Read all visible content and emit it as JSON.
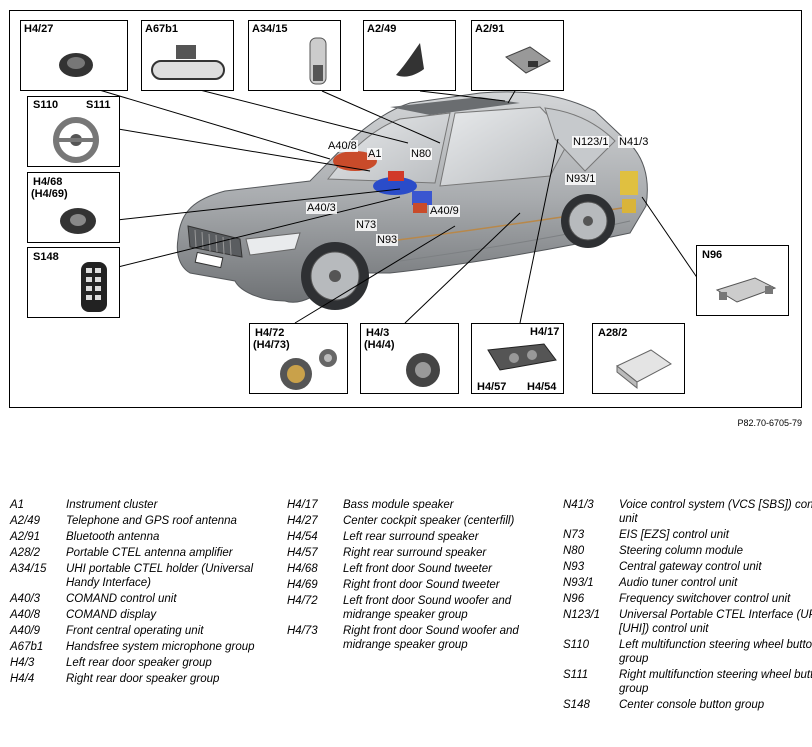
{
  "diagram_labels": {
    "H4_27": "H4/27",
    "A67b1": "A67b1",
    "A34_15": "A34/15",
    "A2_49": "A2/49",
    "A2_91": "A2/91",
    "S110": "S110",
    "S111": "S111",
    "H4_68": "H4/68",
    "H4_69": "(H4/69)",
    "S148": "S148",
    "H4_72": "H4/72",
    "H4_73": "(H4/73)",
    "H4_3": "H4/3",
    "H4_4": "(H4/4)",
    "H4_17": "H4/17",
    "H4_57": "H4/57",
    "H4_54": "H4/54",
    "A28_2": "A28/2",
    "N96": "N96",
    "A40_8": "A40/8",
    "A1": "A1",
    "N80": "N80",
    "N123_1": "N123/1",
    "N41_3": "N41/3",
    "N93_1": "N93/1",
    "A40_3": "A40/3",
    "A40_9": "A40/9",
    "N73": "N73",
    "N93": "N93"
  },
  "reference_code": "P82.70-6705-79",
  "legend": {
    "col1": [
      {
        "code": "A1",
        "desc": "Instrument cluster"
      },
      {
        "code": "A2/49",
        "desc": "Telephone and GPS roof antenna"
      },
      {
        "code": "A2/91",
        "desc": "Bluetooth antenna"
      },
      {
        "code": "A28/2",
        "desc": "Portable CTEL antenna amplifier"
      },
      {
        "code": "A34/15",
        "desc": "UHI portable CTEL holder (Universal Handy Interface)"
      },
      {
        "code": "A40/3",
        "desc": "COMAND control unit"
      },
      {
        "code": "A40/8",
        "desc": "COMAND display"
      },
      {
        "code": "A40/9",
        "desc": "Front central operating unit"
      },
      {
        "code": "A67b1",
        "desc": "Handsfree system microphone group"
      },
      {
        "code": "H4/3",
        "desc": "Left rear door speaker group"
      },
      {
        "code": "H4/4",
        "desc": "Right rear door speaker group"
      }
    ],
    "col2": [
      {
        "code": "H4/17",
        "desc": "Bass module speaker"
      },
      {
        "code": "H4/27",
        "desc": "Center cockpit speaker (centerfill)"
      },
      {
        "code": "H4/54",
        "desc": "Left rear surround speaker"
      },
      {
        "code": "H4/57",
        "desc": "Right rear surround speaker"
      },
      {
        "code": "H4/68",
        "desc": "Left front door Sound tweeter"
      },
      {
        "code": "H4/69",
        "desc": "Right front door Sound tweeter"
      },
      {
        "code": "H4/72",
        "desc": "Left front door Sound woofer and midrange speaker group"
      },
      {
        "code": "H4/73",
        "desc": "Right front door Sound woofer and midrange speaker group"
      }
    ],
    "col3": [
      {
        "code": "N41/3",
        "desc": "Voice control system (VCS [SBS]) control unit"
      },
      {
        "code": "N73",
        "desc": "EIS [EZS] control unit"
      },
      {
        "code": "N80",
        "desc": "Steering column module"
      },
      {
        "code": "N93",
        "desc": "Central gateway control unit"
      },
      {
        "code": "N93/1",
        "desc": "Audio tuner control unit"
      },
      {
        "code": "N96",
        "desc": "Frequency switchover control unit"
      },
      {
        "code": "N123/1",
        "desc": "Universal Portable CTEL Interface (UPCI [UHI]) control unit"
      },
      {
        "code": "S110",
        "desc": "Left multifunction steering wheel button group"
      },
      {
        "code": "S111",
        "desc": "Right multifunction steering wheel button group"
      },
      {
        "code": "S148",
        "desc": "Center console button group"
      }
    ]
  }
}
